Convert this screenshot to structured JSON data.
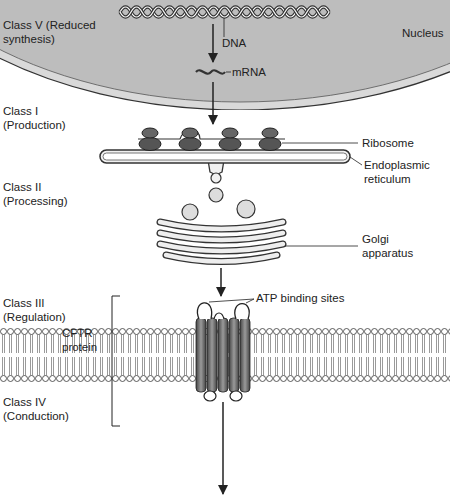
{
  "diagram": {
    "nodes": [
      {
        "text": [
          "Nucleus"
        ]
      }
    ],
    "labels": [
      "Class V (Reduced synthesis)",
      "DNA",
      "mRNA",
      "Class I (Production)",
      "Ribosome",
      "Endoplasmic reticulum",
      "Class II (Processing)",
      "Golgi apparatus",
      "Class III (Regulation)",
      "CFTR protein",
      "ATP binding sites",
      "Class IV (Conduction)"
    ]
  }
}
